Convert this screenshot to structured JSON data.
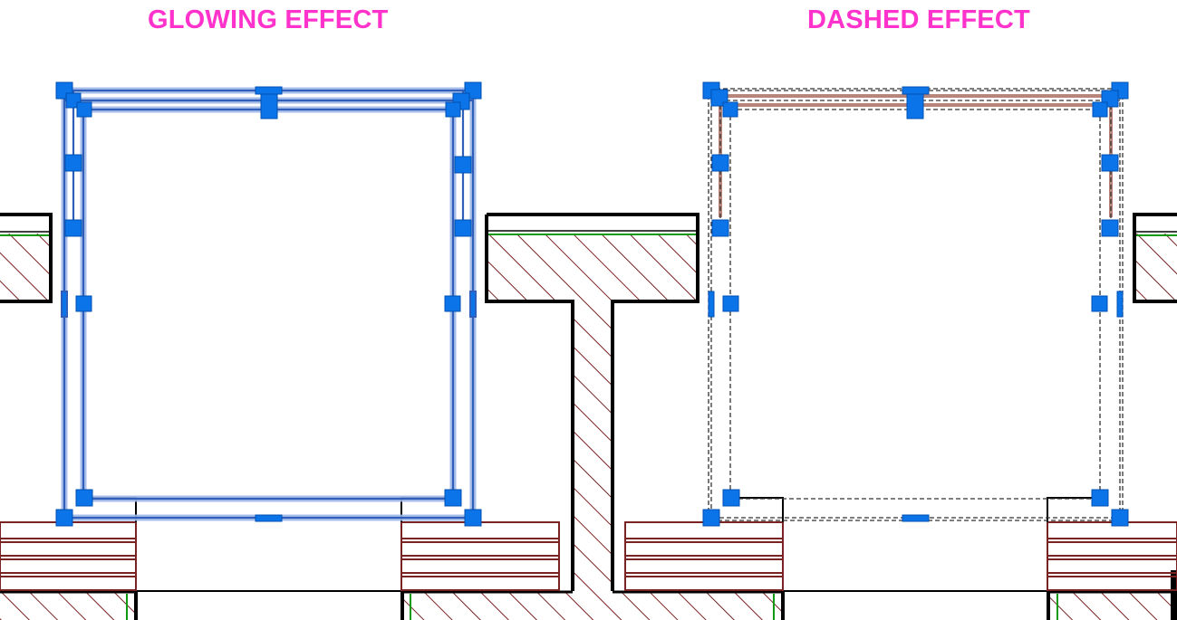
{
  "titles": {
    "left": "GLOWING EFFECT",
    "right": "DASHED EFFECT"
  },
  "panels": [
    {
      "name": "glowing-panel",
      "effect": "glow"
    },
    {
      "name": "dashed-panel",
      "effect": "dashed"
    }
  ],
  "colors": {
    "title": "#ff33cc",
    "grip": "#0a74e8",
    "grip_border": "#0050b0",
    "glow": "#2f5fb8",
    "glow_halo": "#9fb8e8",
    "dash": "#333333",
    "dash_fill": "#b8857a",
    "hatch": "#7a2323",
    "wall": "#000000",
    "green_line": "#119911"
  }
}
